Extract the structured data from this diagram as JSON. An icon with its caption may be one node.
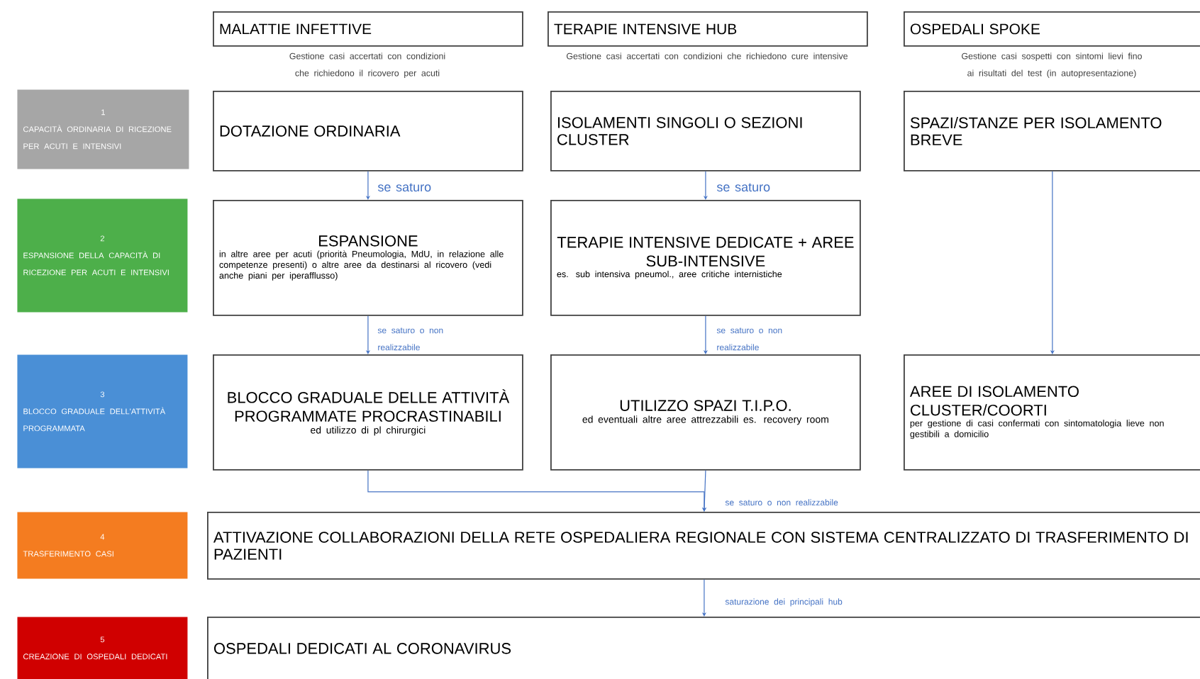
{
  "diagram": {
    "nodes": [
      {
        "text": [
          "MALATTIE INFETTIVE"
        ],
        "beside": [
          "Gestione casi accertati con condizioni che richiedono il ricovero per acuti"
        ]
      },
      {
        "text": [
          "TERAPIE INTENSIVE HUB"
        ],
        "beside": [
          "Gestione casi accertati con condizioni che richiedono cure intensive"
        ]
      },
      {
        "text": [
          "OSPEDALI SPOKE"
        ],
        "beside": [
          "Gestione casi sospetti con sintomi lievi fino ai risultati del test (in autopresentazione)"
        ]
      },
      {
        "text": [
          "1",
          "CAPACITÀ ORDINARIA DI RICEZIONE PER ACUTI E INTENSIVI"
        ]
      },
      {
        "text": [
          "2",
          "ESPANSIONE DELLA CAPACITÀ DI RICEZIONE PER ACUTI E INTENSIVI"
        ]
      },
      {
        "text": [
          "3",
          "BLOCCO GRADUALE DELL'ATTIVITÀ PROGRAMMATA"
        ]
      },
      {
        "text": [
          "4",
          "TRASFERIMENTO CASI"
        ]
      },
      {
        "text": [
          "5",
          "CREAZIONE DI OSPEDALI DEDICATI"
        ]
      },
      {
        "text": [
          "DOTAZIONE ORDINARIA"
        ]
      },
      {
        "text": [
          "ISOLAMENTI SINGOLI O SEZIONI CLUSTER"
        ]
      },
      {
        "text": [
          "SPAZI/STANZE PER ISOLAMENTO BREVE"
        ]
      },
      {
        "text": [
          "ESPANSIONE",
          "in altre aree per acuti (priorità Pneumologia, MdU, in relazione alle competenze presenti) o altre aree da destinarsi al ricovero (vedi anche piani per iperafflusso)"
        ]
      },
      {
        "text": [
          "TERAPIE INTENSIVE DEDICATE + AREE SUB-INTENSIVE",
          "es. sub intensiva pneumol., aree critiche internistiche"
        ]
      },
      {
        "text": [
          "BLOCCO GRADUALE DELLE ATTIVITÀ PROGRAMMATE PROCRASTINABILI",
          "ed utilizzo di pl chirurgici"
        ]
      },
      {
        "text": [
          "UTILIZZO SPAZI T.I.P.O.",
          "ed eventuali altre aree attrezzabili es. recovery room"
        ]
      },
      {
        "text": [
          "AREE DI ISOLAMENTO CLUSTER/COORTI",
          "per gestione di casi confermati con sintomatologia lieve non gestibili a domicilio"
        ]
      },
      {
        "text": [
          "ATTIVAZIONE COLLABORAZIONI DELLA RETE OSPEDALIERA REGIONALE CON SISTEMA CENTRALIZZATO DI TRASFERIMENTO DI PAZIENTI"
        ]
      },
      {
        "text": [
          "OSPEDALI DEDICATI AL CORONAVIRUS"
        ]
      }
    ],
    "edges": [
      {
        "from": 8,
        "to": 11,
        "arrow": "to",
        "label": "se saturo"
      },
      {
        "from": 9,
        "to": 12,
        "arrow": "to",
        "label": "se saturo"
      },
      {
        "from": 11,
        "to": 13,
        "arrow": "to",
        "label": "se saturo o non realizzabile"
      },
      {
        "from": 12,
        "to": 14,
        "arrow": "to",
        "label": "se saturo o non realizzabile"
      },
      {
        "from": 10,
        "to": 15,
        "arrow": "to"
      },
      {
        "from": 13,
        "to": 16,
        "arrow": "to"
      },
      {
        "from": 14,
        "to": 16,
        "arrow": "to",
        "label": "se saturo o non realizzabile"
      },
      {
        "from": 16,
        "to": 17,
        "arrow": "to",
        "label": "saturazione dei principali hub"
      }
    ]
  }
}
